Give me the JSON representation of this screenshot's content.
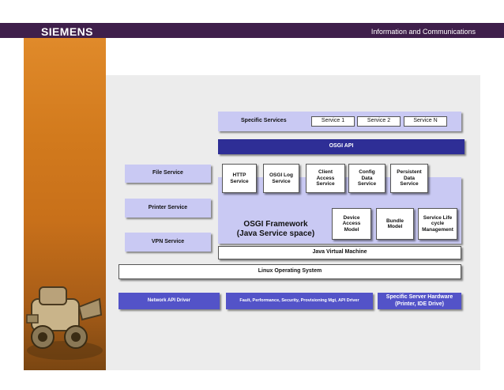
{
  "header": {
    "logo": "SIEMENS",
    "tagline": "Information and Communications"
  },
  "diagram": {
    "specific_services": {
      "label": "Specific Services",
      "services": [
        "Service 1",
        "Service 2",
        "Service N"
      ]
    },
    "osgi_api": "OSGI API",
    "side_services": [
      "File Service",
      "Printer Service",
      "VPN Service"
    ],
    "framework_services": {
      "http": "HTTP Service",
      "osgi_log": "OSGI Log Service",
      "client_access": "Client Access Service",
      "config_data": "Config Data Service",
      "persistent_data": "Persistent Data Service"
    },
    "framework_models": {
      "device_access": "Device Access Model",
      "bundle": "Bundle Model",
      "service_lifecycle": "Service Life cycle Management"
    },
    "framework_label": {
      "line1": "OSGI Framework",
      "line2": "(Java Service space)"
    },
    "jvm": "Java Virtual Machine",
    "linux_os": "Linux Operating System",
    "bottom": {
      "network_driver": "Network API Driver",
      "fault": "Fault, Performance, Security, Provisioning Mgt, API Driver",
      "hardware": "Specific Server Hardware (Printer, IDE Drive)"
    }
  },
  "colors": {
    "header_bar": "#3f1f4b",
    "lavender": "#c9c9f3",
    "navy": "#2e2e96",
    "blue": "#5353c8",
    "orange": "#d27a1d"
  }
}
